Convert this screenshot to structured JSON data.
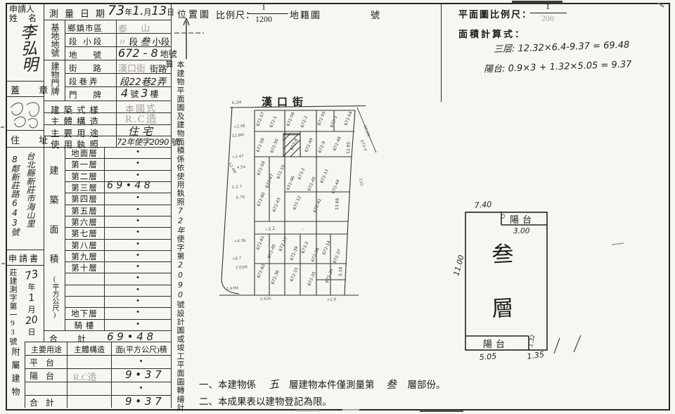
{
  "applicant": {
    "label1": "申請人",
    "label2": "姓 名",
    "name": "李弘明",
    "seal_label": "蓋 章",
    "address_label": "住 址",
    "address_col_right": "台北縣新莊市海山里",
    "address_col_left": "8鄰新莊路643號",
    "application_label": "申請書",
    "application_no": "莊建測字第一93號",
    "app_year": "73",
    "app_year_label": "年",
    "app_month": "1",
    "app_month_label": "月",
    "app_day": "20",
    "app_day_label": "日"
  },
  "table": {
    "survey_date_label": "測量日期",
    "survey_date": {
      "y": "73",
      "yl": "年",
      "m": "1.",
      "ml": "月",
      "d": "13",
      "dl": "日"
    },
    "site_group": "基地地號",
    "row_district_label": "鄉鎮市區",
    "row_district_stamp": "泰 山",
    "row_section_label": "段 小段",
    "row_section_stamp": "〃",
    "row_section_print1": "段",
    "row_section_hand": "叁",
    "row_section_print2": "小段",
    "row_lotno_label": "地 號",
    "row_lotno_hand": "672 - 8",
    "row_lotno_print": "地號",
    "bldg_group": "建物門牌",
    "row_street_label": "街 路",
    "row_street_stamp": "漢口街",
    "row_street_print": "街路",
    "row_lane_label": "段巷弄",
    "row_lane_hand": "段22巷2弄",
    "row_door_label": "門 牌",
    "row_door_hand1": "4",
    "row_door_print1": "號",
    "row_door_hand2": "3",
    "row_door_print2": "樓",
    "style_label": "建築式樣",
    "style_value": "本國式",
    "structure_label": "主體構造",
    "structure_value": "R.C造",
    "use_label": "主要用途",
    "use_value": "住 宅",
    "license_label": "使用執照",
    "license_hand": "72年使字2090",
    "license_print": "號",
    "area_group": "建築面積",
    "area_unit": "(平方公尺)",
    "floors": [
      {
        "label": "地面層",
        "value": ""
      },
      {
        "label": "第一層",
        "value": ""
      },
      {
        "label": "第二層",
        "value": ""
      },
      {
        "label": "第三層",
        "value": "6 9 • 4 8"
      },
      {
        "label": "第四層",
        "value": ""
      },
      {
        "label": "第五層",
        "value": ""
      },
      {
        "label": "第六層",
        "value": ""
      },
      {
        "label": "第七層",
        "value": ""
      },
      {
        "label": "第八層",
        "value": ""
      },
      {
        "label": "第九層",
        "value": ""
      },
      {
        "label": "第十層",
        "value": ""
      },
      {
        "label": "",
        "value": ""
      },
      {
        "label": "",
        "value": ""
      },
      {
        "label": "",
        "value": ""
      },
      {
        "label": "地下層",
        "value": ""
      },
      {
        "label": "騎 樓",
        "value": ""
      }
    ],
    "total_label1": "合",
    "total_label2": "計",
    "total_value": "6 9 • 4 8"
  },
  "sub_table": {
    "side_label": "附屬建物",
    "headers": [
      "主要用途",
      "主體構造",
      "面(平方公尺)積"
    ],
    "rows": [
      {
        "use": "平 台",
        "struct": "",
        "area": ""
      },
      {
        "use": "陽 台",
        "struct": "R.C造",
        "area": "9 • 3 7"
      },
      {
        "use": "",
        "struct": "",
        "area": ""
      },
      {
        "use": "合 計",
        "struct": "",
        "area": "9 • 3 7"
      }
    ]
  },
  "strip": {
    "part1": "本建物平面圖及建物面積係依使用執照",
    "hand1": "72年",
    "part2": "使字第",
    "hand2": "2090",
    "part3": "號設計圖或竣工平面圖轉繪計算"
  },
  "location": {
    "title": "位置圖",
    "scale_label": "比例尺：",
    "scale_num": "1",
    "scale_den": "1200",
    "map_label": "地籍圖",
    "no_label": "號"
  },
  "map": {
    "street": "漢口街",
    "parcels": [
      [
        88,
        58,
        -68,
        "672-57"
      ],
      [
        107,
        60,
        -68,
        "672-1"
      ],
      [
        131,
        58,
        -68,
        "672-56"
      ],
      [
        151,
        60,
        -68,
        "672-2"
      ],
      [
        175,
        57,
        -68,
        "672-55"
      ],
      [
        193,
        60,
        -68,
        "672-3"
      ],
      [
        213,
        57,
        -68,
        "672-54"
      ],
      [
        88,
        95,
        -68,
        "672-58"
      ],
      [
        108,
        96,
        -68,
        "672-50"
      ],
      [
        136,
        92,
        -64,
        "672-8"
      ],
      [
        157,
        95,
        -68,
        "672-49"
      ],
      [
        176,
        96,
        -68,
        "672-9"
      ],
      [
        197,
        93,
        -68,
        "672-48"
      ],
      [
        217,
        97,
        -88,
        "12.65"
      ],
      [
        89,
        128,
        -68,
        "672-59"
      ],
      [
        101,
        146,
        -68,
        "672-47"
      ],
      [
        117,
        133,
        -68,
        "672-10"
      ],
      [
        131,
        149,
        -68,
        "672-46"
      ],
      [
        147,
        134,
        -68,
        "673-2"
      ],
      [
        161,
        150,
        -68,
        "672-45"
      ],
      [
        179,
        139,
        -68,
        "672-11"
      ],
      [
        195,
        154,
        -68,
        "672-44"
      ],
      [
        89,
        172,
        -68,
        "672-60"
      ],
      [
        111,
        180,
        -68,
        "672-43"
      ],
      [
        140,
        177,
        -68,
        "672-12"
      ],
      [
        169,
        181,
        -68,
        "672-42"
      ],
      [
        201,
        177,
        -88,
        "13.68"
      ],
      [
        97,
        207,
        -10,
        "~2.2"
      ],
      [
        150,
        206,
        -10,
        "-"
      ],
      [
        88,
        234,
        -68,
        "672-61"
      ],
      [
        104,
        246,
        -68,
        "672-40"
      ],
      [
        120,
        236,
        -68,
        "672-13"
      ],
      [
        136,
        249,
        -68,
        "672-39"
      ],
      [
        152,
        239,
        -68,
        "673-3"
      ],
      [
        166,
        251,
        -68,
        "672-38"
      ],
      [
        182,
        241,
        -68,
        "672-14"
      ],
      [
        197,
        253,
        -68,
        "672-37"
      ],
      [
        89,
        274,
        -68,
        "672-62"
      ],
      [
        109,
        283,
        -68,
        "672-36"
      ],
      [
        136,
        279,
        -68,
        "672-15"
      ],
      [
        161,
        285,
        -68,
        "672-35"
      ],
      [
        186,
        281,
        -68,
        "672-34"
      ],
      [
        206,
        271,
        -88,
        "5.16"
      ]
    ],
    "annotations": [
      [
        52,
        60,
        -5,
        "+2.48"
      ],
      [
        50,
        73,
        -5,
        "12.6M"
      ],
      [
        50,
        103,
        -5,
        "+2.47"
      ],
      [
        57,
        118,
        -5,
        "4.54"
      ],
      [
        50,
        146,
        -5,
        "1-2.7"
      ],
      [
        56,
        161,
        -5,
        "6.76"
      ],
      [
        53,
        223,
        -5,
        "+4.36"
      ],
      [
        50,
        248,
        -5,
        "+6.7"
      ],
      [
        55,
        261,
        -5,
        "7.05M"
      ],
      [
        45,
        110,
        62,
        "12.4M"
      ],
      [
        42,
        291,
        -5,
        "2.97M"
      ],
      [
        90,
        305,
        -3,
        "2.62b"
      ],
      [
        50,
        26,
        -3,
        "6.2M"
      ],
      [
        237,
        57,
        70,
        "10.9M"
      ],
      [
        233,
        78,
        70,
        "672-4"
      ],
      [
        231,
        132,
        80,
        "110"
      ],
      [
        185,
        306,
        -3,
        "<2.6"
      ]
    ]
  },
  "plan": {
    "scale_label": "平面圖比例尺：",
    "scale_num": "1",
    "scale_den": "200",
    "calc_label": "面積計算式：",
    "calc_line1": "三层: 12.32×6.4-9.37 = 69.48",
    "calc_line2": "陽台: 0.9×3 + 1.32×5.05 = 9.37",
    "floor_char1": "叁",
    "floor_char2": "層",
    "balcony_top": "陽台",
    "balcony_bottom": "陽台",
    "dim_top": "7.40",
    "dim_top_balcony": "3.00",
    "dim_left": "11.00",
    "dim_bottom1": "5.05",
    "dim_bottom2": "1.35",
    "dim_balcony_side": "1.32",
    "dim_top_small": "0.9"
  },
  "notes": {
    "n1a": "一、本建物係",
    "n1b": "五",
    "n1c": "層建物本件僅測量第",
    "n1d": "叁",
    "n1e": "層部份。",
    "n2": "二、本成果表以建物登記為限。"
  }
}
